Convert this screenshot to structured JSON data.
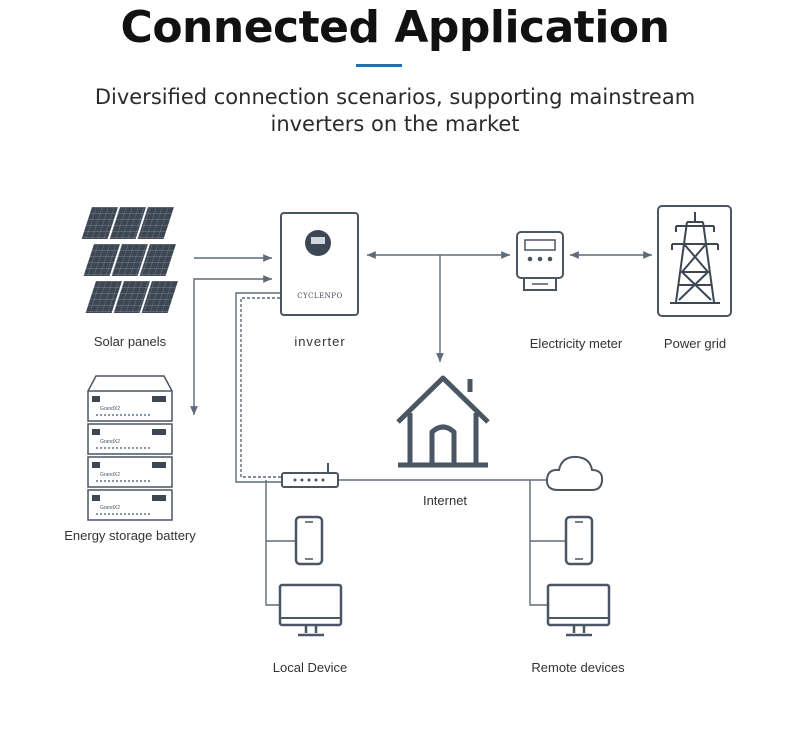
{
  "header": {
    "title": "Connected Application",
    "subtitle_line1": "Diversified connection scenarios, supporting mainstream",
    "subtitle_line2": "inverters on the market"
  },
  "nodes": {
    "solar_panels": "Solar panels",
    "inverter": "inverter",
    "inverter_brand": "CYCLENPO",
    "electricity_meter": "Electricity meter",
    "power_grid": "Power grid",
    "battery": "Energy storage battery",
    "battery_module_label": "GrandX2",
    "internet": "Internet",
    "local_device": "Local Device",
    "remote_devices": "Remote devices"
  },
  "colors": {
    "line": "#5f6b78",
    "icon": "#4a5663",
    "panel": "#3d4754",
    "accent": "#1f6fb3"
  }
}
